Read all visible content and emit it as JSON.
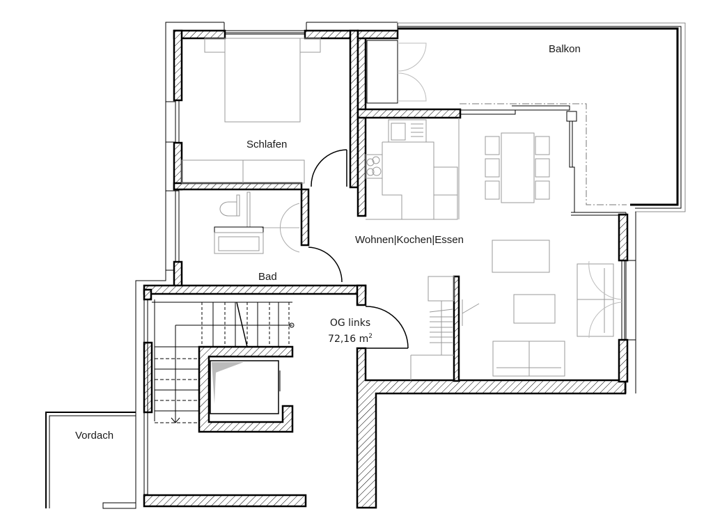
{
  "plan": {
    "unit_name": "OG links",
    "unit_area_value": "72,16 m",
    "unit_area_exp": "2",
    "rooms": {
      "schlafen": "Schlafen",
      "bad": "Bad",
      "wohnen": "Wohnen|Kochen|Essen",
      "balkon": "Balkon",
      "vordach": "Vordach"
    },
    "colors": {
      "wall_outline": "#000000",
      "hatch": "#000000",
      "furniture": "#9a9a9a",
      "background": "#ffffff"
    }
  }
}
